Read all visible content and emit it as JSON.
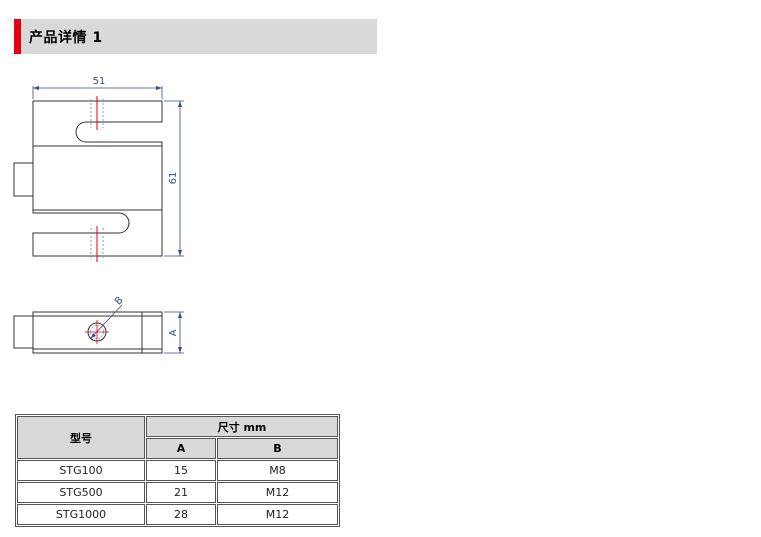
{
  "header": {
    "title": "产品详情 1",
    "accent_color": "#e60012",
    "background_color": "#d9d9d9"
  },
  "drawing": {
    "width_label": "51",
    "height_label": "61",
    "dim_a_label": "A",
    "dim_b_label": "B",
    "line_color": "#3a4a8c",
    "centerline_color": "#e60012"
  },
  "table": {
    "header_model": "型号",
    "header_size": "尺寸 mm",
    "header_a": "A",
    "header_b": "B",
    "rows": [
      {
        "model": "STG100",
        "a": "15",
        "b": "M8"
      },
      {
        "model": "STG500",
        "a": "21",
        "b": "M12"
      },
      {
        "model": "STG1000",
        "a": "28",
        "b": "M12"
      }
    ]
  }
}
